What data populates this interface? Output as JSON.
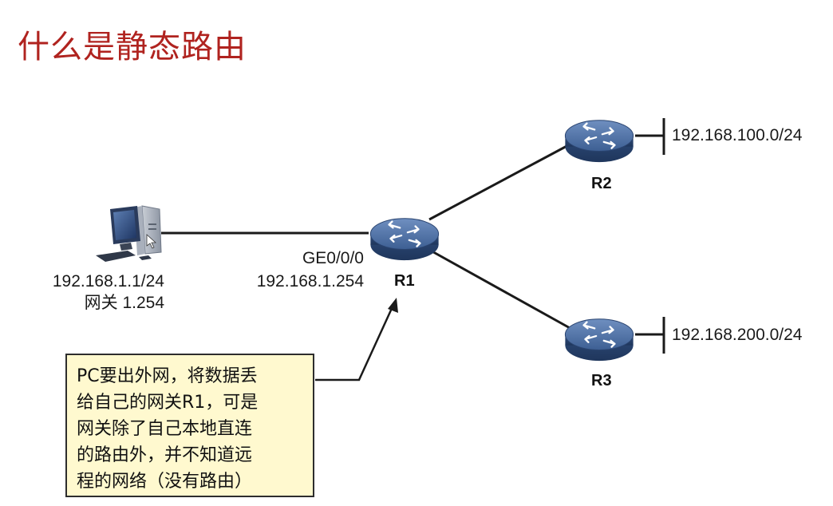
{
  "slide": {
    "title": "什么是静态路由"
  },
  "pc": {
    "ip": "192.168.1.1/24",
    "gateway": "网关 1.254"
  },
  "r1": {
    "name": "R1",
    "interface": "GE0/0/0",
    "ip": "192.168.1.254"
  },
  "r2": {
    "name": "R2",
    "network": "192.168.100.0/24"
  },
  "r3": {
    "name": "R3",
    "network": "192.168.200.0/24"
  },
  "note": {
    "lines": [
      "PC要出外网，将数据丢",
      "给自己的网关R1，可是",
      "网关除了自己本地直连",
      "的路由外，并不知道远",
      "程的网络（没有路由）"
    ]
  },
  "colors": {
    "title": "#b0231f",
    "router_body": "#3d5f93",
    "note_background": "#fff9cf"
  }
}
